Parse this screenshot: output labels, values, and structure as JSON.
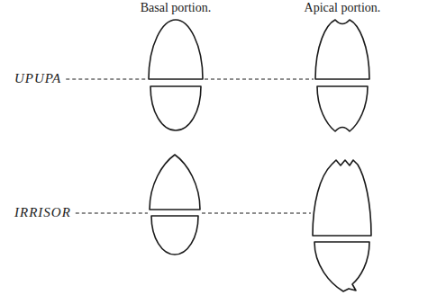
{
  "diagram": {
    "labels": [
      "Basal portion.",
      "Apical portion.",
      "UPUPA",
      "IRRISOR"
    ]
  }
}
